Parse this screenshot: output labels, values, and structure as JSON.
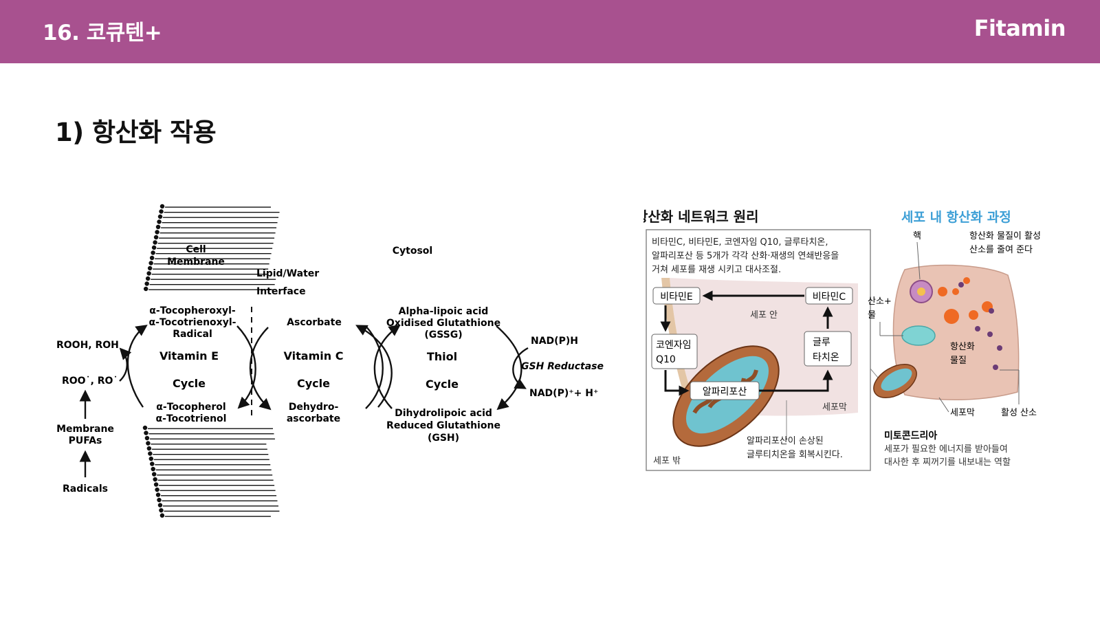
{
  "header": {
    "slide_title": "16. 코큐텐+",
    "brand": "Fitamin",
    "bar_color": "#a8518f"
  },
  "section": {
    "heading": "1) 항산화 작용"
  },
  "left_figure": {
    "cell_membrane": "Cell\nMembrane",
    "cytosol": "Cytosol",
    "interface_lipid": "Lipid/Water",
    "interface_word": "Interface",
    "tocopheroxyl_1": "α-Tocopheroxyl-",
    "tocopheroxyl_2": "α-Tocotrienoxyl-",
    "tocopheroxyl_3": "Radical",
    "vitamin_e": "Vitamin E",
    "cycle_e": "Cycle",
    "tocopherol_1": "α-Tocopherol",
    "tocopherol_2": "α-Tocotrienol",
    "ascorbate": "Ascorbate",
    "vitamin_c": "Vitamin C",
    "cycle_c": "Cycle",
    "dehydro_1": "Dehydro-",
    "dehydro_2": "ascorbate",
    "lipoic_1": "Alpha-lipoic acid",
    "lipoic_2": "Oxidised Glutathione",
    "lipoic_3": "(GSSG)",
    "thiol": "Thiol",
    "cycle_t": "Cycle",
    "dihydro_1": "Dihydrolipoic acid",
    "dihydro_2": "Reduced Glutathione",
    "dihydro_3": "(GSH)",
    "nadph": "NAD(P)H",
    "gsh_reductase": "GSH Reductase",
    "nadp": "NAD(P)⁺+ H⁺",
    "rooh": "ROOH, ROH",
    "roo": "ROO˙, RO˙",
    "membrane_pufas_1": "Membrane",
    "membrane_pufas_2": "PUFAs",
    "radicals": "Radicals"
  },
  "right_figure": {
    "title_left": "항산화 네트워크 원리",
    "title_right": "세포 내 항산화 과정",
    "desc_1": "비타민C, 비타민E, 코엔자임 Q10, 글루타치온,",
    "desc_2": "알파리포산 등 5개가 각각 산화·재생의 연쇄반응을",
    "desc_3": "거쳐 세포를 재생 시키고 대사조절.",
    "vitamin_e": "비타민E",
    "vitamin_c": "비타민C",
    "inside_cell": "세포 안",
    "coenzyme_1": "코엔자임",
    "coenzyme_2": "Q10",
    "glutathione_1": "글루",
    "glutathione_2": "타치온",
    "lipoic": "알파리포산",
    "membrane_label": "세포막",
    "outside_cell": "세포 밖",
    "note_1": "알파리포산이 손상된",
    "note_2": "글루티치온을 회복시킨다.",
    "nucleus": "핵",
    "antiox_note_1": "항산화 물질이 활성",
    "antiox_note_2": "산소를 줄여 준다",
    "oxygen_water_1": "산소+",
    "oxygen_water_2": "물",
    "antiox_substance_1": "항산화",
    "antiox_substance_2": "물질",
    "cell_membrane": "세포막",
    "active_oxygen": "활성 산소",
    "mito_title": "미토콘드리아",
    "mito_desc_1": "세포가 필요한 에너지를 받아들여",
    "mito_desc_2": "대사한 후 찌꺼기를 내보내는 역할"
  }
}
